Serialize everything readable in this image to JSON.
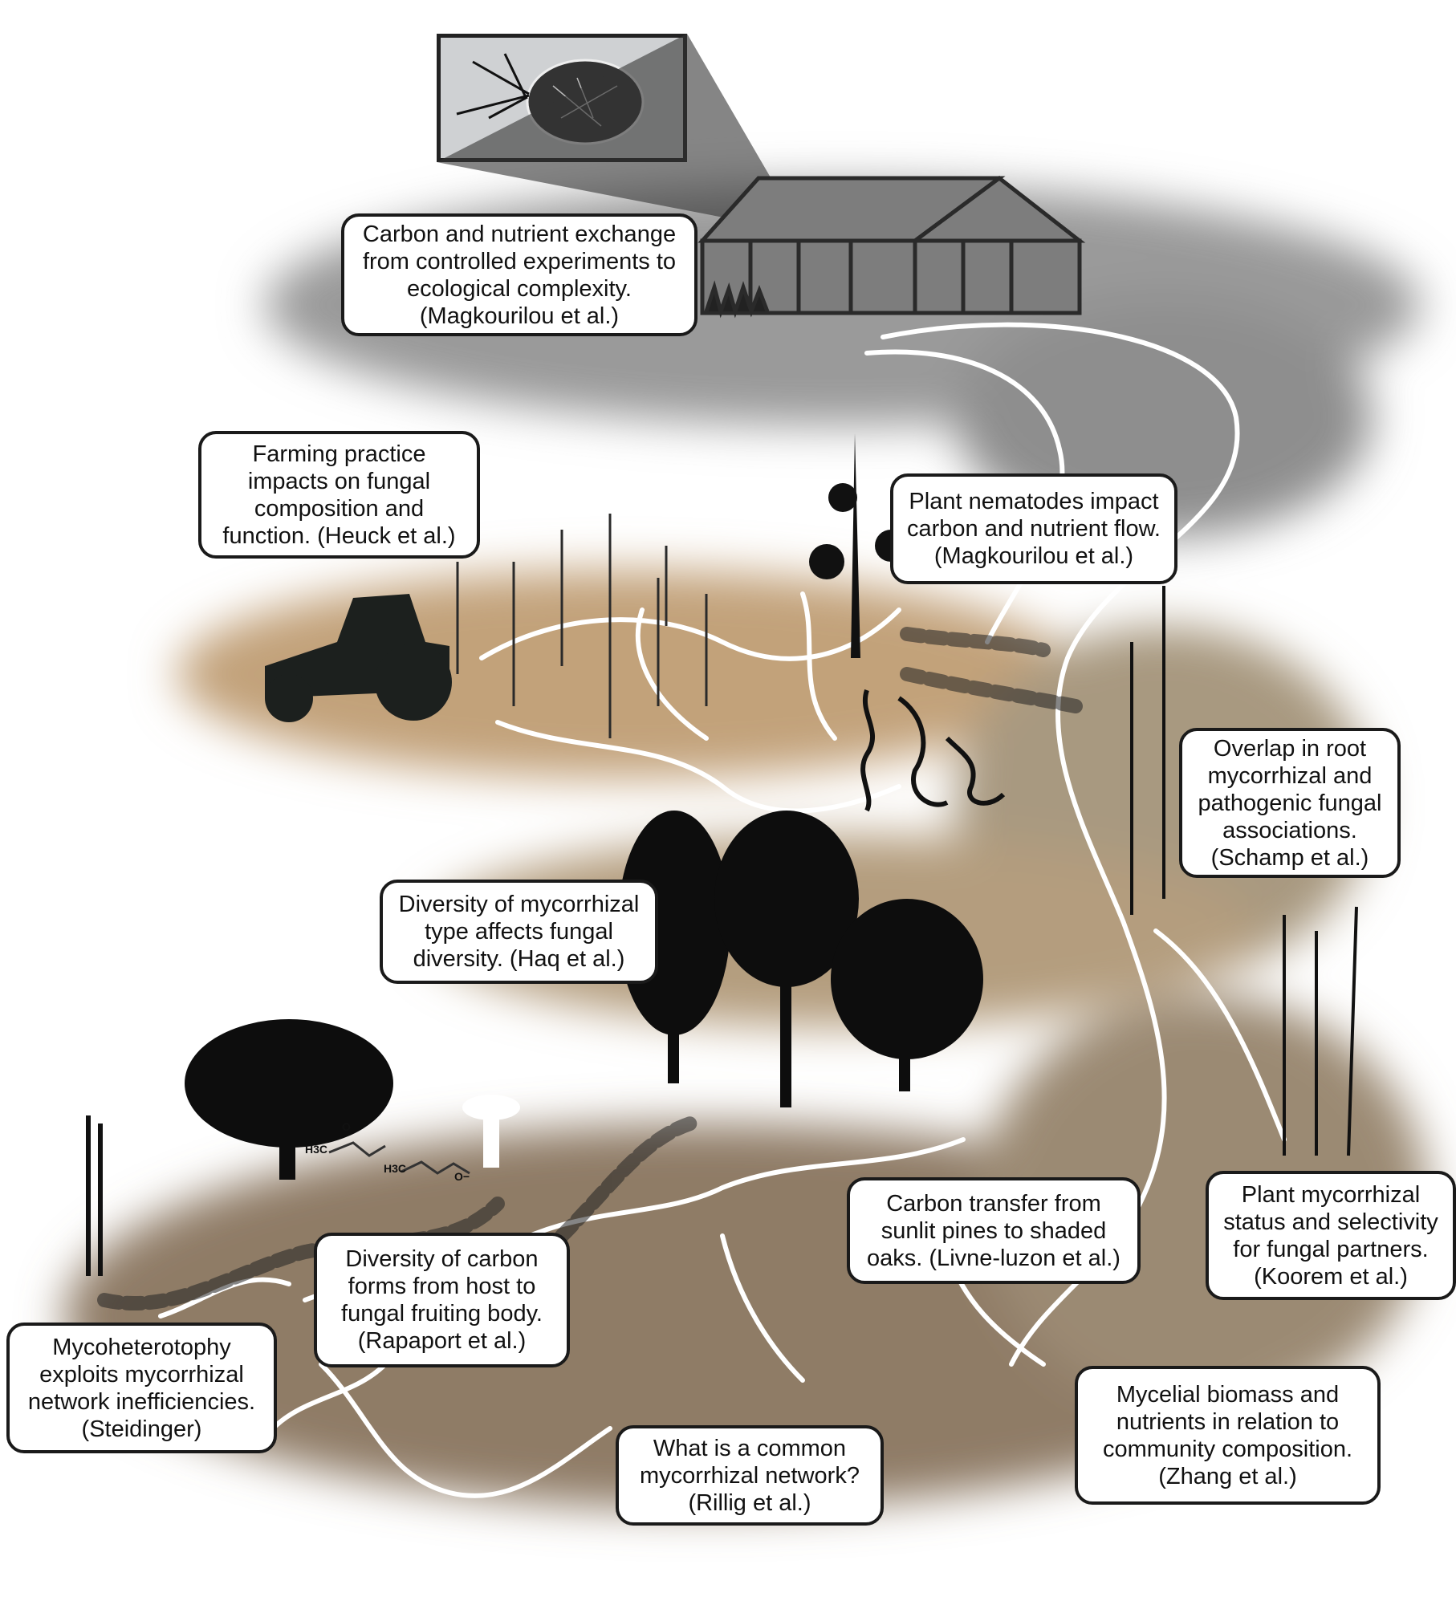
{
  "figure": {
    "colors": {
      "soil_grey": "#8a8a8a",
      "soil_tan": "#b89a72",
      "soil_brown": "#8e7a62",
      "roots": "#ffffff",
      "silhouette": "#111111"
    },
    "chemistry": {
      "methyl_left": "H3C",
      "methyl_right": "H3C",
      "oxygen": "O",
      "anion": "O−"
    },
    "callouts": [
      {
        "id": "controlled-experiments",
        "text": "Carbon and nutrient exchange\nfrom controlled experiments to\necological complexity.\n(Magkourilou et al.)"
      },
      {
        "id": "farming-practice",
        "text": "Farming practice\nimpacts on fungal\ncomposition and\nfunction. (Heuck et al.)"
      },
      {
        "id": "nematodes",
        "text": "Plant nematodes impact\ncarbon and nutrient flow.\n(Magkourilou et al.)"
      },
      {
        "id": "overlap",
        "text": "Overlap in root\nmycorrhizal and\npathogenic fungal\nassociations.\n(Schamp et al.)"
      },
      {
        "id": "mycorrhizal-type",
        "text": "Diversity of mycorrhizal\ntype affects fungal\ndiversity. (Haq et al.)"
      },
      {
        "id": "carbon-transfer",
        "text": "Carbon transfer from\nsunlit pines to shaded\noaks. (Livne-luzon et al.)"
      },
      {
        "id": "plant-status",
        "text": "Plant mycorrhizal\nstatus and selectivity\nfor fungal partners.\n(Koorem et al.)"
      },
      {
        "id": "carbon-forms",
        "text": "Diversity of carbon\nforms from host to\nfungal fruiting body.\n(Rapaport et al.)"
      },
      {
        "id": "mycoheterotrophy",
        "text": "Mycoheterotophy\nexploits mycorrhizal\nnetwork inefficiencies.\n(Steidinger)"
      },
      {
        "id": "common-network",
        "text": "What is a common\nmycorrhizal network?\n(Rillig et al.)"
      },
      {
        "id": "mycelial-biomass",
        "text": "Mycelial biomass and\nnutrients in relation to\ncommunity composition.\n(Zhang et al.)"
      }
    ]
  }
}
